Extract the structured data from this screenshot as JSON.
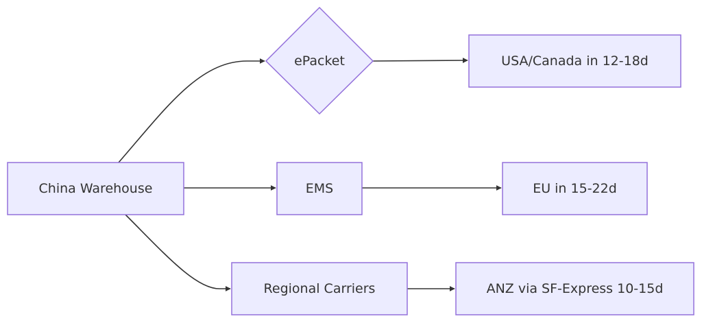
{
  "diagram": {
    "type": "flowchart",
    "direction": "LR",
    "nodes": [
      {
        "id": "warehouse",
        "label": "China Warehouse",
        "shape": "rect"
      },
      {
        "id": "epacket",
        "label": "ePacket",
        "shape": "diamond"
      },
      {
        "id": "ems",
        "label": "EMS",
        "shape": "rect"
      },
      {
        "id": "regional",
        "label": "Regional Carriers",
        "shape": "rect"
      },
      {
        "id": "usa",
        "label": "USA/Canada in 12-18d",
        "shape": "rect"
      },
      {
        "id": "eu",
        "label": "EU in 15-22d",
        "shape": "rect"
      },
      {
        "id": "anz",
        "label": "ANZ via SF-Express 10-15d",
        "shape": "rect"
      }
    ],
    "edges": [
      {
        "from": "warehouse",
        "to": "epacket"
      },
      {
        "from": "warehouse",
        "to": "ems"
      },
      {
        "from": "warehouse",
        "to": "regional"
      },
      {
        "from": "epacket",
        "to": "usa"
      },
      {
        "from": "ems",
        "to": "eu"
      },
      {
        "from": "regional",
        "to": "anz"
      }
    ],
    "colors": {
      "node_fill": "#ECECFF",
      "node_stroke": "#9370DB",
      "edge": "#333333",
      "text": "#333333"
    }
  }
}
